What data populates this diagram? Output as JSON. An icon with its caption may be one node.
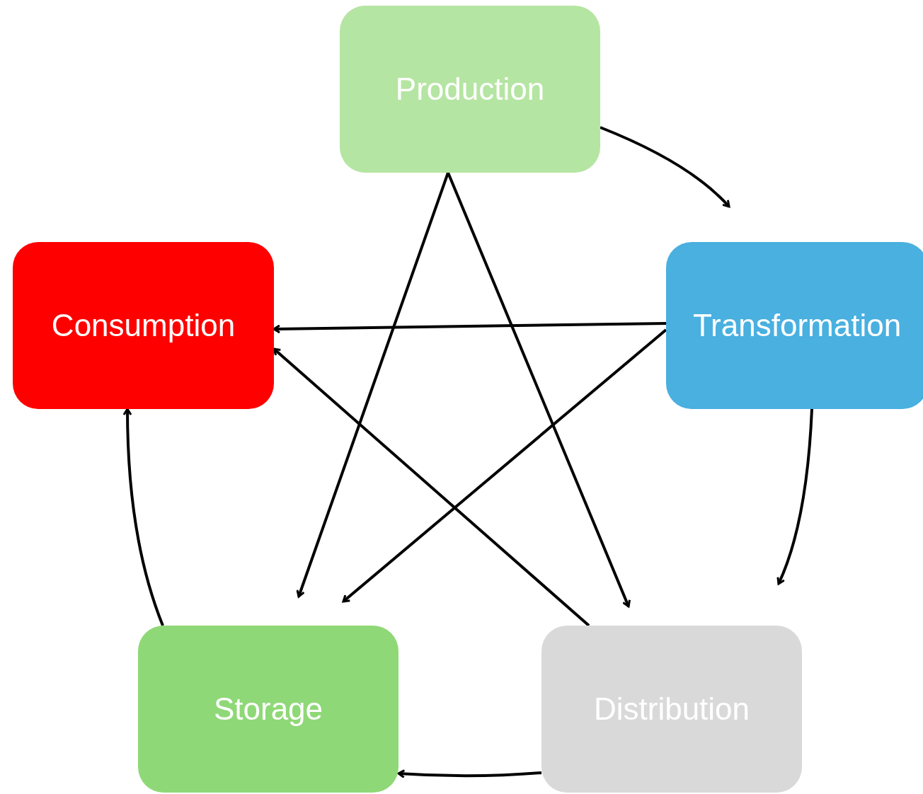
{
  "diagram": {
    "nodes": [
      {
        "text": [
          "Production"
        ]
      },
      {
        "text": [
          "Transformation"
        ]
      },
      {
        "text": [
          "Distribution"
        ]
      },
      {
        "text": [
          "Storage"
        ]
      },
      {
        "text": [
          "Consumption"
        ]
      }
    ],
    "edges": [
      {
        "from": 0,
        "to": 1,
        "arrow": "to"
      },
      {
        "from": 1,
        "to": 2,
        "arrow": "to"
      },
      {
        "from": 2,
        "to": 3,
        "arrow": "to"
      },
      {
        "from": 3,
        "to": 4,
        "arrow": "to"
      },
      {
        "from": 1,
        "to": 4,
        "arrow": "to"
      },
      {
        "from": 1,
        "to": 3,
        "arrow": "to"
      },
      {
        "from": 0,
        "to": 3,
        "arrow": "to"
      },
      {
        "from": 0,
        "to": 2,
        "arrow": "to"
      },
      {
        "from": 2,
        "to": 4,
        "arrow": "to"
      }
    ]
  }
}
